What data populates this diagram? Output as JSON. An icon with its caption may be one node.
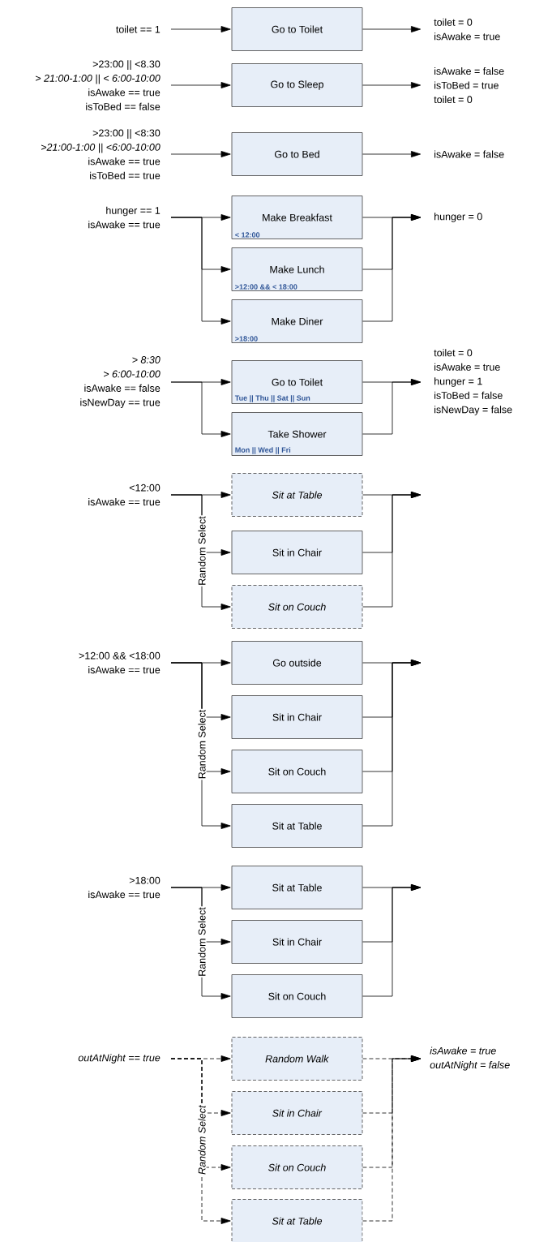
{
  "diagram": {
    "nodes": [
      {
        "text": [
          "toilet == 1"
        ]
      },
      {
        "text": [
          "Go to Toilet"
        ]
      },
      {
        "text": [
          "toilet = 0",
          "isAwake = true"
        ]
      },
      {
        "text": [
          ">23:00 || <8.30",
          "*> 21:00-1:00 || < 6:00-10:00*",
          "isAwake == true",
          "isToBed == false"
        ]
      },
      {
        "text": [
          "Go to Sleep"
        ]
      },
      {
        "text": [
          "isAwake = false",
          "isToBed = true",
          "toilet = 0"
        ]
      },
      {
        "text": [
          ">23:00 || <8:30",
          "*>21:00-1:00 || <6:00-10:00*",
          "isAwake == true",
          "isToBed == true"
        ]
      },
      {
        "text": [
          "Go to Bed"
        ]
      },
      {
        "text": [
          "isAwake = false"
        ]
      },
      {
        "text": [
          "hunger == 1",
          "isAwake == true"
        ]
      },
      {
        "text": [
          "Make Breakfast",
          "< 12:00"
        ]
      },
      {
        "text": [
          "Make Lunch",
          ">12:00 && < 18:00"
        ]
      },
      {
        "text": [
          "Make Diner",
          ">18:00"
        ]
      },
      {
        "text": [
          "hunger = 0"
        ]
      },
      {
        "text": [
          "*> 8:30*",
          "*> 6:00-10:00*",
          "isAwake == false",
          "isNewDay == true"
        ]
      },
      {
        "text": [
          "Go to Toilet",
          "Tue || Thu || Sat || Sun"
        ]
      },
      {
        "text": [
          "Take Shower",
          "Mon || Wed || Fri"
        ]
      },
      {
        "text": [
          "toilet = 0",
          "isAwake = true",
          "hunger = 1",
          "isToBed = false",
          "isNewDay = false"
        ]
      },
      {
        "text": [
          "<12:00",
          "isAwake == true"
        ]
      },
      {
        "text": [
          "*Sit at Table*"
        ]
      },
      {
        "text": [
          "Sit in Chair"
        ]
      },
      {
        "text": [
          "*Sit on Couch*"
        ]
      },
      {
        "text": [
          ">12:00 && <18:00",
          "isAwake == true"
        ]
      },
      {
        "text": [
          "Go outside"
        ]
      },
      {
        "text": [
          "Sit in Chair"
        ]
      },
      {
        "text": [
          "Sit on Couch"
        ]
      },
      {
        "text": [
          "Sit at Table"
        ]
      },
      {
        "text": [
          ">18:00",
          "isAwake == true"
        ]
      },
      {
        "text": [
          "Sit at Table"
        ]
      },
      {
        "text": [
          "Sit in Chair"
        ]
      },
      {
        "text": [
          "Sit on Couch"
        ]
      },
      {
        "text": [
          "*outAtNight == true*"
        ]
      },
      {
        "text": [
          "*Random Walk*"
        ]
      },
      {
        "text": [
          "*Sit in Chair*"
        ]
      },
      {
        "text": [
          "*Sit on Couch*"
        ]
      },
      {
        "text": [
          "*Sit at Table*"
        ]
      },
      {
        "text": [
          "*isAwake = true*",
          "*outAtNight = false*"
        ]
      }
    ],
    "edges": [
      {
        "from": 0,
        "to": 1,
        "arrow": "to"
      },
      {
        "from": 1,
        "to": 2,
        "arrow": "to"
      },
      {
        "from": 3,
        "to": 4,
        "arrow": "to"
      },
      {
        "from": 4,
        "to": 5,
        "arrow": "to"
      },
      {
        "from": 6,
        "to": 7,
        "arrow": "to"
      },
      {
        "from": 7,
        "to": 8,
        "arrow": "to"
      },
      {
        "from": 9,
        "to": 10,
        "arrow": "to"
      },
      {
        "from": 9,
        "to": 11,
        "arrow": "to"
      },
      {
        "from": 9,
        "to": 12,
        "arrow": "to"
      },
      {
        "from": 10,
        "to": 13,
        "arrow": "to"
      },
      {
        "from": 11,
        "to": 13,
        "arrow": "to"
      },
      {
        "from": 12,
        "to": 13,
        "arrow": "to"
      },
      {
        "from": 14,
        "to": 15,
        "arrow": "to"
      },
      {
        "from": 14,
        "to": 16,
        "arrow": "to"
      },
      {
        "from": 15,
        "to": 17,
        "arrow": "to"
      },
      {
        "from": 16,
        "to": 17,
        "arrow": "to"
      },
      {
        "from": 18,
        "to": 19,
        "arrow": "to"
      },
      {
        "from": 18,
        "to": 20,
        "arrow": "to"
      },
      {
        "from": 18,
        "to": 21,
        "arrow": "to"
      },
      {
        "from": 19,
        "to": null,
        "arrow": "to"
      },
      {
        "from": 20,
        "to": null,
        "arrow": "to"
      },
      {
        "from": 21,
        "to": null,
        "arrow": "to"
      },
      {
        "from": 22,
        "to": 23,
        "arrow": "to"
      },
      {
        "from": 22,
        "to": 24,
        "arrow": "to"
      },
      {
        "from": 22,
        "to": 25,
        "arrow": "to"
      },
      {
        "from": 22,
        "to": 26,
        "arrow": "to"
      },
      {
        "from": 23,
        "to": null,
        "arrow": "to"
      },
      {
        "from": 24,
        "to": null,
        "arrow": "to"
      },
      {
        "from": 25,
        "to": null,
        "arrow": "to"
      },
      {
        "from": 26,
        "to": null,
        "arrow": "to"
      },
      {
        "from": 27,
        "to": 28,
        "arrow": "to"
      },
      {
        "from": 27,
        "to": 29,
        "arrow": "to"
      },
      {
        "from": 27,
        "to": 30,
        "arrow": "to"
      },
      {
        "from": 28,
        "to": null,
        "arrow": "to"
      },
      {
        "from": 29,
        "to": null,
        "arrow": "to"
      },
      {
        "from": 30,
        "to": null,
        "arrow": "to"
      },
      {
        "from": 31,
        "to": 32,
        "arrow": "to",
        "style": "dashed"
      },
      {
        "from": 31,
        "to": 33,
        "arrow": "to",
        "style": "dashed"
      },
      {
        "from": 31,
        "to": 34,
        "arrow": "to",
        "style": "dashed"
      },
      {
        "from": 31,
        "to": 35,
        "arrow": "to",
        "style": "dashed"
      },
      {
        "from": 32,
        "to": 36,
        "arrow": "to",
        "style": "dashed"
      },
      {
        "from": 33,
        "to": 36,
        "arrow": "to",
        "style": "dashed"
      },
      {
        "from": 34,
        "to": 36,
        "arrow": "to",
        "style": "dashed"
      },
      {
        "from": 35,
        "to": 36,
        "arrow": "to",
        "style": "dashed"
      }
    ],
    "labels": [
      "Random Select",
      "Random Select",
      "Random Select",
      "*Random Select*"
    ]
  }
}
